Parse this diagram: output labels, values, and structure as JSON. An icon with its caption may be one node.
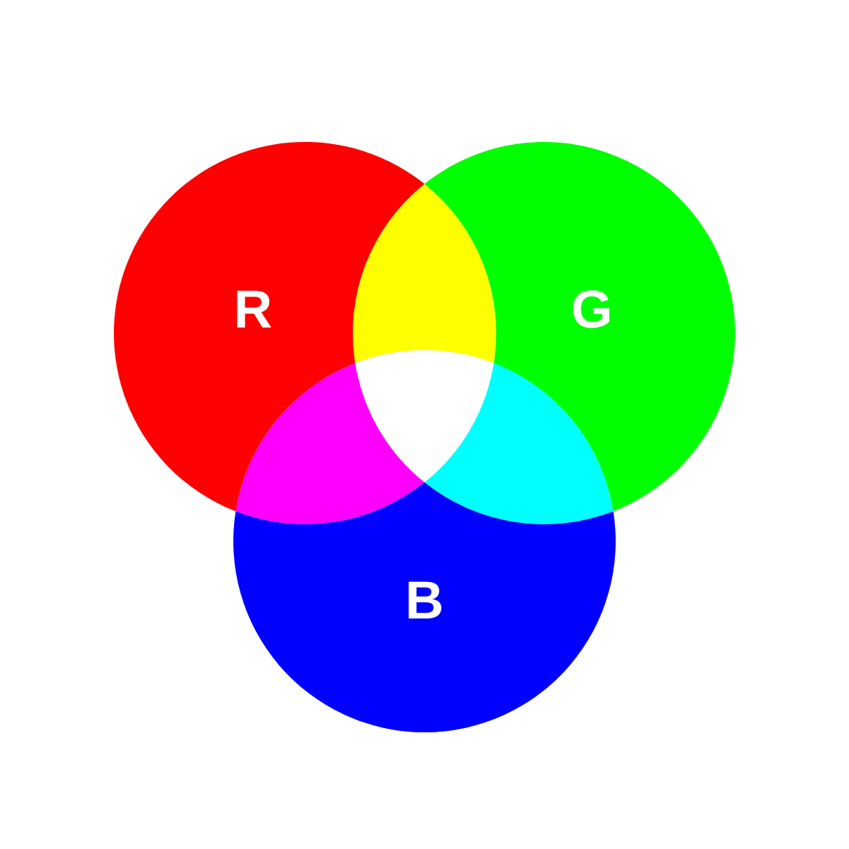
{
  "diagram": {
    "nodes": [
      {
        "text": [
          "R"
        ]
      },
      {
        "text": [
          "G"
        ]
      },
      {
        "text": [
          "B"
        ]
      }
    ]
  }
}
